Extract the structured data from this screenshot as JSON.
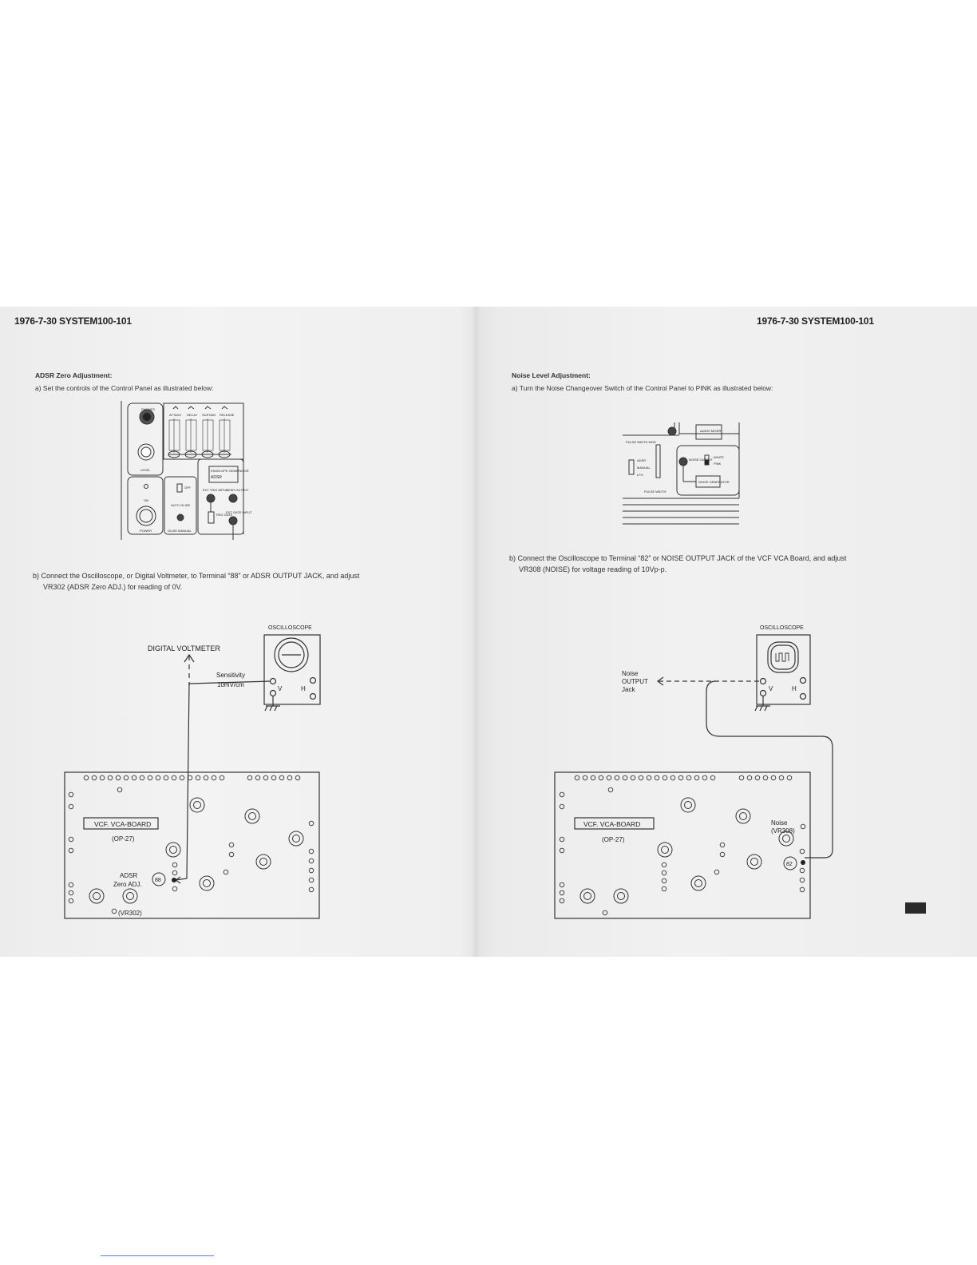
{
  "header": {
    "left": "1976-7-30 SYSTEM100-101",
    "right": "1976-7-30 SYSTEM100-101"
  },
  "left": {
    "title": "ADSR Zero Adjustment:",
    "step_a": "a) Set the controls of the Control Panel as illustrated below:",
    "step_b_line1": "b) Connect the Oscilloscope, or Digital Voltmeter, to Terminal “88” or ADSR OUTPUT JACK, and adjust",
    "step_b_line2": "VR302 (ADSR Zero ADJ.) for reading of 0V.",
    "panel": {
      "phones": "PHONES",
      "level": "LEVEL",
      "attack": "ATTACK",
      "decay": "DECAY",
      "sustain": "SUSTAIN",
      "release": "RELEASE",
      "env_gen": "ENVELOPE GENERATOR",
      "adsr": "ADSR",
      "on": "ON",
      "power": "POWER",
      "off": "OFF",
      "auto_glide": "AUTO GLIDE",
      "glide_manual": "GLIDE MANUAL",
      "ext_trig": "EXT TRIG INPUT",
      "adsr_output": "ADSR OUTPUT",
      "ext_gate": "EXT GATE INPUT",
      "trig_gate": "TRIG GATE"
    },
    "diagram": {
      "oscilloscope": "OSCILLOSCOPE",
      "voltmeter": "DIGITAL VOLTMETER",
      "sensitivity": "Sensitivity",
      "sensitivity_value": "10mV/cm",
      "v": "V",
      "h": "H",
      "board": "VCF. VCA-BOARD",
      "board_code": "(OP-27)",
      "adj_line1": "ADSR",
      "adj_line2": "Zero ADJ.",
      "terminal": "88",
      "vr": "(VR302)"
    }
  },
  "right": {
    "title": "Noise Level Adjustment:",
    "step_a": "a) Turn the Noise Changeover Switch of the Control Panel to PINK as illustrated below:",
    "step_b_line1": "b) Connect the Oscilloscope to Terminal “82” or NOISE OUTPUT JACK of the VCF VCA Board, and adjust",
    "step_b_line2": "VR308 (NOISE) for voltage reading of 10Vp-p.",
    "panel": {
      "audio_mixer": "AUDIO MIXER",
      "pulse_width_mod": "PULSE WIDTH MOD",
      "adsr": "ADSR",
      "manual": "MANUAL",
      "lfo": "LFO",
      "pulse_width": "PULSE WIDTH",
      "noise_output": "NOISE OUTPUT",
      "white": "WHITE",
      "pink": "PINK",
      "noise_generator": "NOISE GENERATOR"
    },
    "diagram": {
      "oscilloscope": "OSCILLOSCOPE",
      "noise_line1": "Noise",
      "noise_line2": "OUTPUT",
      "noise_line3": "Jack",
      "v": "V",
      "h": "H",
      "board": "VCF. VCA-BOARD",
      "board_code": "(OP-27)",
      "noise_label": "Noise",
      "vr": "(VR308)",
      "terminal": "82"
    }
  }
}
